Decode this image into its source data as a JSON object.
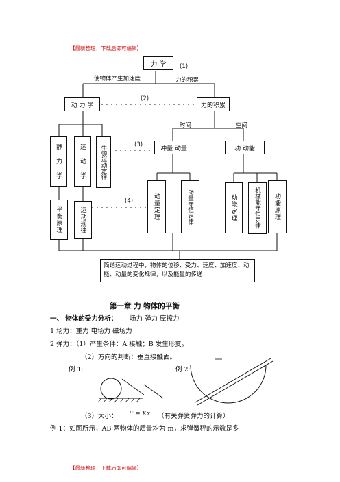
{
  "header_note": "【最新整理，下载后即可编辑】",
  "footer_note": "【最新整理，下载后即可编辑】",
  "diagram": {
    "root": "力 学",
    "label_1": "(1)",
    "branch_left": "使物体产生加速度",
    "branch_right": "力的积累",
    "label_2": "(2)",
    "dynamics": "动 力 学",
    "accumulation": "力的积累",
    "time": "时间",
    "space": "空间",
    "statics": "静 力 学",
    "kinematics": "运 动 学",
    "newton": "牛顿运动定律",
    "label_3": "(3)",
    "impulse_momentum": "冲量 动量",
    "work_energy": "功   动能",
    "equilibrium": "平衡原理",
    "motion_law": "运动规律",
    "label_4": "(4)",
    "momentum_theorem": "动量定理",
    "momentum_conservation": "动量守恒定律",
    "kinetic_energy_theorem": "动能定理",
    "mech_energy_conservation": "机械能守恒定律",
    "work_energy_principle": "功能原理",
    "summary": "简谐运动过程中，物体的位移、受力、速度、加速度、动能、动量的变化规律，以及能量的传递"
  },
  "chapter_title": "第一章   力      物体的平衡",
  "section1": {
    "heading": "一、  物体的受力分析：",
    "forces": "场力      弹力      摩擦力"
  },
  "line_field": "1 场力：重力      电场力      磁场力",
  "line_elastic": "2 弹力：（1）产生条件：A 接触；B 发生形变。",
  "line_direction": "（2）方向的判断：垂直接触面。",
  "example1": "例 1:",
  "example2": "例 2:",
  "line_magnitude": "（3）大小：",
  "formula": "F = Kx",
  "formula_note": "（有关弹簧弹力的计算）",
  "line_problem": "例 1：如图所示，AB 两物体的质量均为 m，求弹簧秤的示数是多"
}
